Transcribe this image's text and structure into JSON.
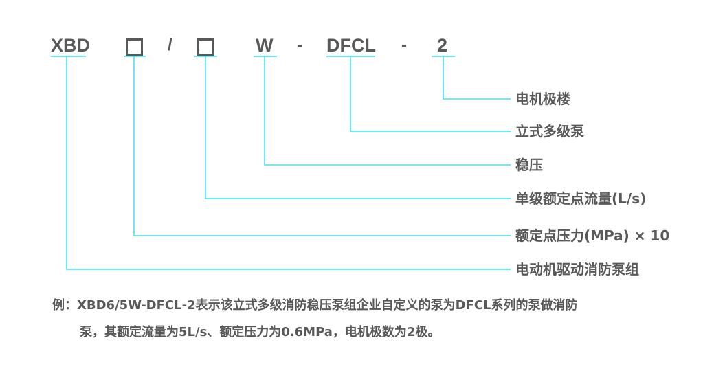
{
  "model_code": {
    "parts": [
      "XBD",
      "□",
      "/",
      "□",
      "W",
      "-",
      "DFCL",
      "-",
      "2"
    ]
  },
  "labels": [
    "电机极楼",
    "立式多级泵",
    "稳压",
    "单级额定点流量(L/s)",
    "额定点压力(MPa) × 10",
    "电动机驱动消防泵组"
  ],
  "example": {
    "line1": "例：XBD6/5W-DFCL-2表示该立式多级消防稳压泵组企业自定义的泵为DFCL系列的泵做消防",
    "line2": "泵，其额定流量为5L/s、额定压力为0.6MPa，电机极数为2极。"
  },
  "colors": {
    "line": "#35e6ee",
    "text": "#595959"
  }
}
